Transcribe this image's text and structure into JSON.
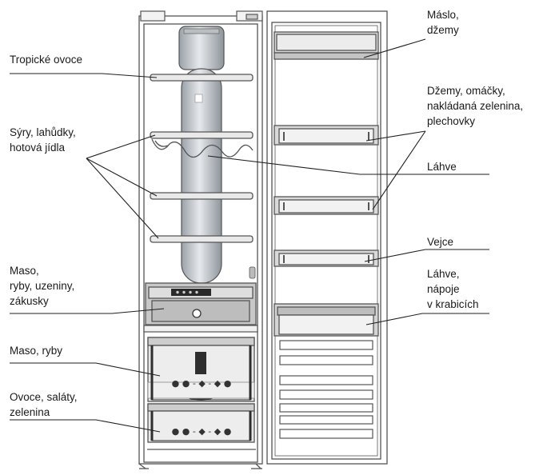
{
  "labels": {
    "left": [
      [
        "Tropické ovoce"
      ],
      [
        "Sýry, lahůdky,",
        "hotová jídla"
      ],
      [
        "Maso,",
        "ryby, uzeniny,",
        "zákusky"
      ],
      [
        "Maso, ryby"
      ],
      [
        "Ovoce, saláty,",
        "zelenina"
      ]
    ],
    "right": [
      [
        "Máslo,",
        "džemy"
      ],
      [
        "Džemy, omáčky,",
        "nakládaná zelenina,",
        "plechovky"
      ],
      [
        "Láhve"
      ],
      [
        "Vejce"
      ],
      [
        "Láhve,",
        "nápoje",
        "v krabicích"
      ]
    ]
  },
  "drawer_panel_text": "● ● ‑ ◆ ‑ ◆ ●",
  "colors": {
    "line": "#1f1f1f",
    "outline": "#555555",
    "shade": "#c9c9c9",
    "fill": "#ececec",
    "label": "#1a1a1a"
  }
}
